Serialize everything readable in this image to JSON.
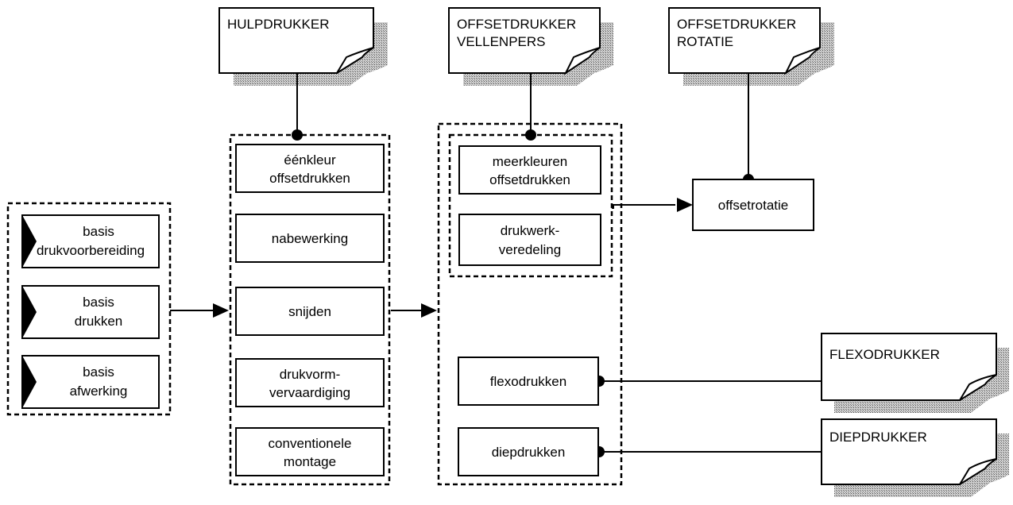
{
  "documents": {
    "hulpdrukker": [
      "HULPDRUKKER"
    ],
    "offset_vellenpers": [
      "OFFSETDRUKKER",
      "VELLENPERS"
    ],
    "offset_rotatie": [
      "OFFSETDRUKKER",
      "ROTATIE"
    ],
    "flexodrukker": [
      "FLEXODRUKKER"
    ],
    "diepdrukker": [
      "DIEPDRUKKER"
    ]
  },
  "basis_modules": [
    [
      "basis",
      "drukvoorbereiding"
    ],
    [
      "basis",
      "drukken"
    ],
    [
      "basis",
      "afwerking"
    ]
  ],
  "hulp_modules": [
    [
      "éénkleur",
      "offsetdrukken"
    ],
    [
      "nabewerking"
    ],
    [
      "snijden"
    ],
    [
      "drukvorm-",
      "vervaardiging"
    ],
    [
      "conventionele",
      "montage"
    ]
  ],
  "vellen_modules": [
    [
      "meerkleuren",
      "offsetdrukken"
    ],
    [
      "drukwerk-",
      "veredeling"
    ]
  ],
  "other_modules": {
    "flexodrukken": [
      "flexodrukken"
    ],
    "diepdrukken": [
      "diepdrukken"
    ],
    "offsetrotatie": [
      "offsetrotatie"
    ]
  }
}
